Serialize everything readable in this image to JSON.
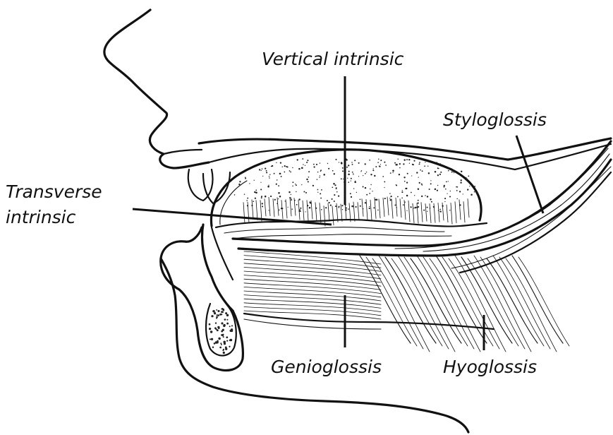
{
  "labels": {
    "vertical_intrinsic": "Vertical intrinsic",
    "styloglossis": "Styloglossis",
    "transverse_line1": "Transverse",
    "transverse_line2": "intrinsic",
    "genioglossis": "Genioglossis",
    "hyoglossis": "Hyoglossis"
  },
  "colors": {
    "ink": "#111111",
    "background": "#ffffff"
  }
}
